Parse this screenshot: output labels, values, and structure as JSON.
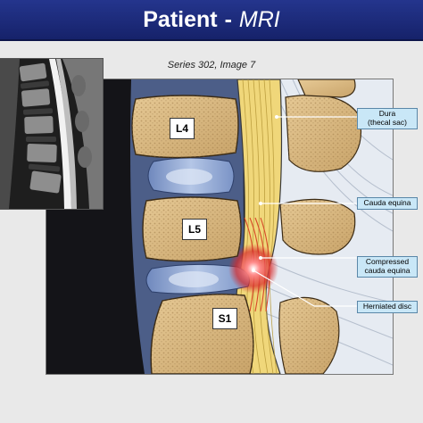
{
  "header": {
    "title": "Patient",
    "separator": "-",
    "subject": "MRI"
  },
  "caption": "Series 302, Image 7",
  "vertebrae": {
    "l4": "L4",
    "l5": "L5",
    "s1": "S1"
  },
  "labels": {
    "dura": "Dura\n(thecal sac)",
    "cauda_equina": "Cauda equina",
    "compressed": "Compressed\ncauda equina",
    "herniated_disc": "Herniated disc"
  },
  "colors": {
    "header": "#1c2c7a",
    "label_bg": "#c9e7f7",
    "bone": "#d8b882",
    "disc": "#9ab0d8",
    "herniation": "#d83a3a"
  }
}
